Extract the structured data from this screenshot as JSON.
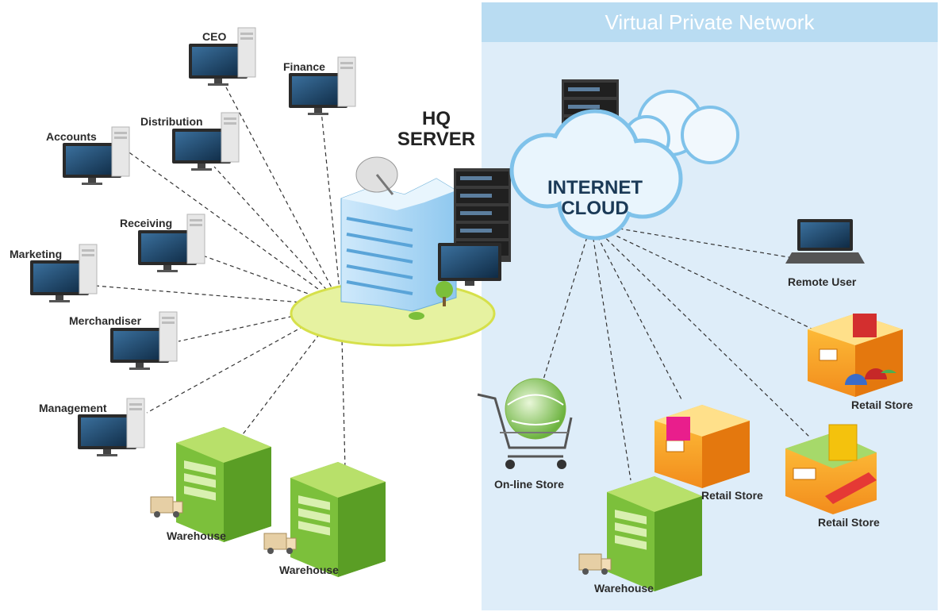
{
  "vpn": {
    "title": "Virtual Private Network"
  },
  "hq": {
    "line1": "HQ",
    "line2": "SERVER"
  },
  "cloud": {
    "line1": "INTERNET",
    "line2": "CLOUD"
  },
  "departments": {
    "ceo": "CEO",
    "finance": "Finance",
    "distribution": "Distribution",
    "accounts": "Accounts",
    "receiving": "Receiving",
    "marketing": "Marketing",
    "merchandiser": "Merchandiser",
    "management": "Management"
  },
  "hq_warehouses": {
    "left": "Warehouse",
    "right": "Warehouse"
  },
  "remote_sites": {
    "remote_user": "Remote User",
    "online_store": "On-line Store",
    "warehouse": "Warehouse",
    "retail_store_center": "Retail Store",
    "retail_store_right": "Retail Store",
    "retail_store_top": "Retail Store"
  },
  "colors": {
    "vpn_panel": "#deedf9",
    "vpn_header": "#b9dcf2",
    "building_green": "#8cc63f",
    "building_blue": "#4aa3df",
    "link_line": "#333333",
    "hub_ring": "#d6e04a"
  }
}
